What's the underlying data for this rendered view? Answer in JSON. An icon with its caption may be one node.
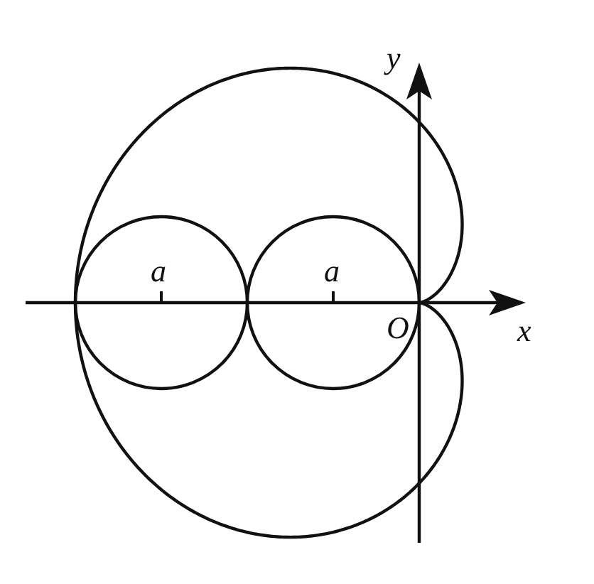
{
  "diagram": {
    "labels": [
      "y",
      "a",
      "a",
      "O",
      "x"
    ]
  }
}
